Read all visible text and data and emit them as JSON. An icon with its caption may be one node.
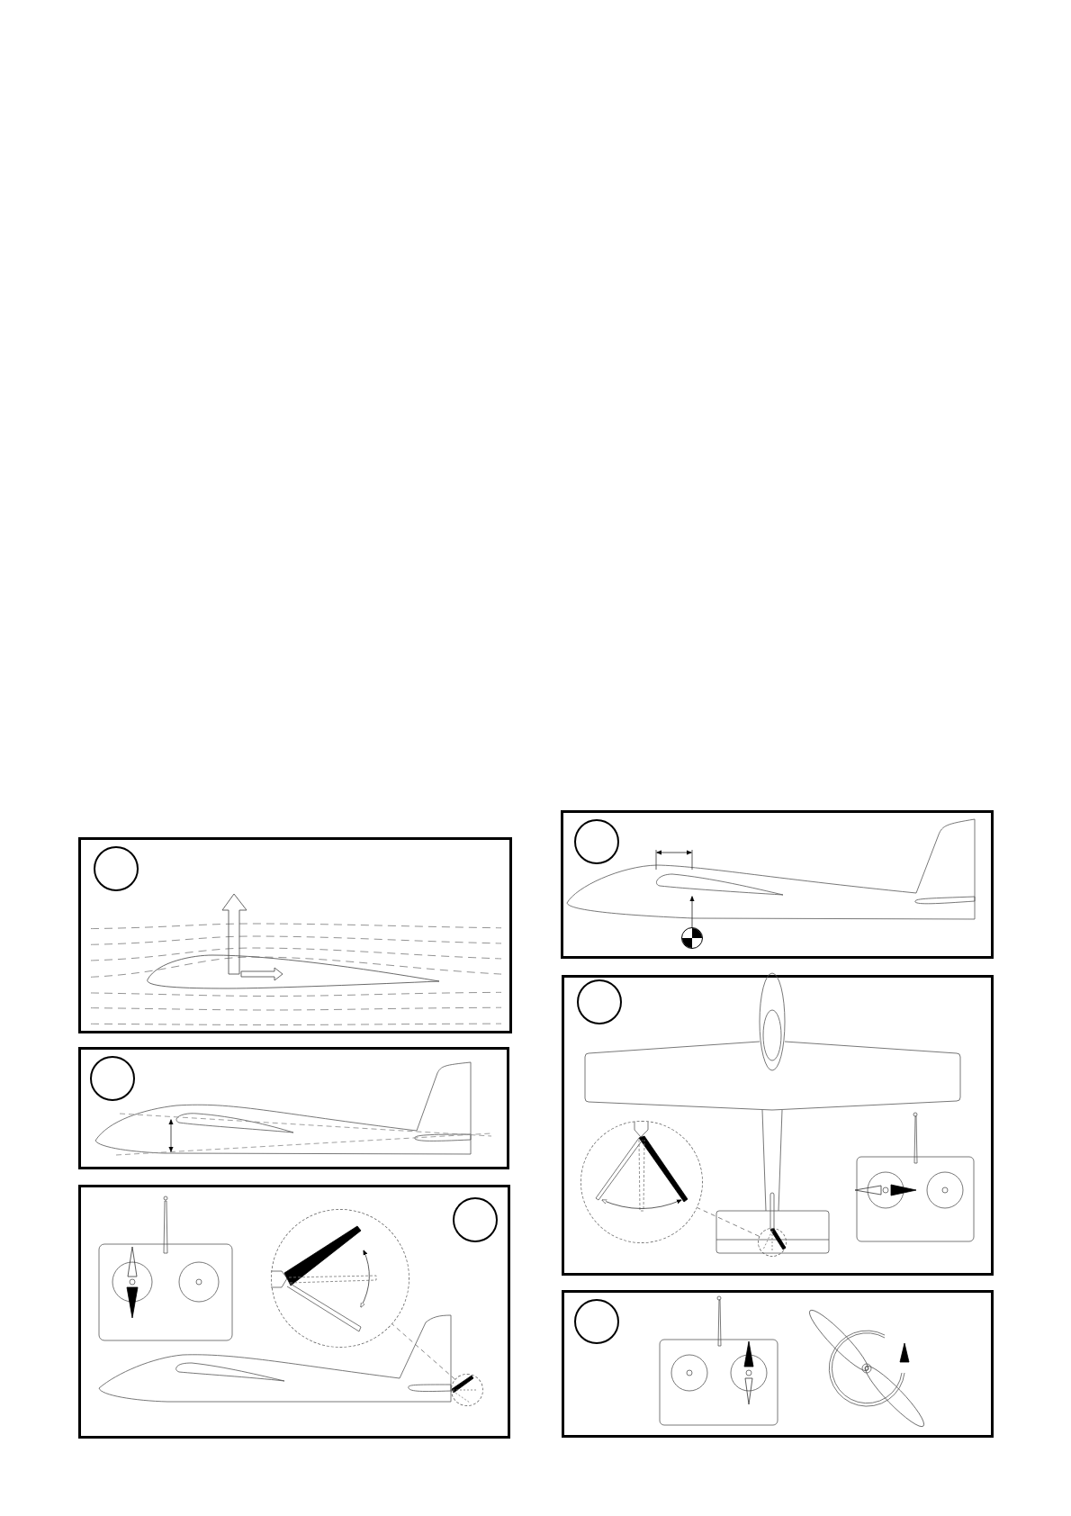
{
  "diagram": {
    "nodes": [
      {
        "text": [],
        "shape": "box"
      },
      {
        "text": [],
        "shape": "circle",
        "in": 0
      },
      {
        "text": [],
        "shape": "box"
      },
      {
        "text": [],
        "shape": "circle",
        "in": 2
      },
      {
        "text": [],
        "shape": "box"
      },
      {
        "text": [],
        "shape": "circle",
        "in": 4
      },
      {
        "text": [],
        "shape": "circle",
        "in": 4
      },
      {
        "text": [],
        "shape": "circle",
        "in": 4
      },
      {
        "text": [],
        "shape": "box"
      },
      {
        "text": [],
        "shape": "circle",
        "in": 8
      },
      {
        "text": [],
        "shape": "circle",
        "in": 8
      },
      {
        "text": [],
        "shape": "box"
      },
      {
        "text": [],
        "shape": "circle",
        "in": 11
      },
      {
        "text": [],
        "shape": "circle",
        "in": 11
      },
      {
        "text": [],
        "shape": "circle",
        "in": 11
      },
      {
        "text": [],
        "shape": "box"
      },
      {
        "text": [],
        "shape": "circle",
        "in": 15
      },
      {
        "text": [],
        "shape": "wing",
        "in": 8
      }
    ],
    "edges": [
      {
        "from": 7,
        "to": 6,
        "arrow": "none",
        "style": "dashed"
      },
      {
        "from": 10,
        "to": 17,
        "arrow": "to"
      },
      {
        "from": 14,
        "to": 13,
        "arrow": "none",
        "style": "dashed"
      }
    ]
  }
}
